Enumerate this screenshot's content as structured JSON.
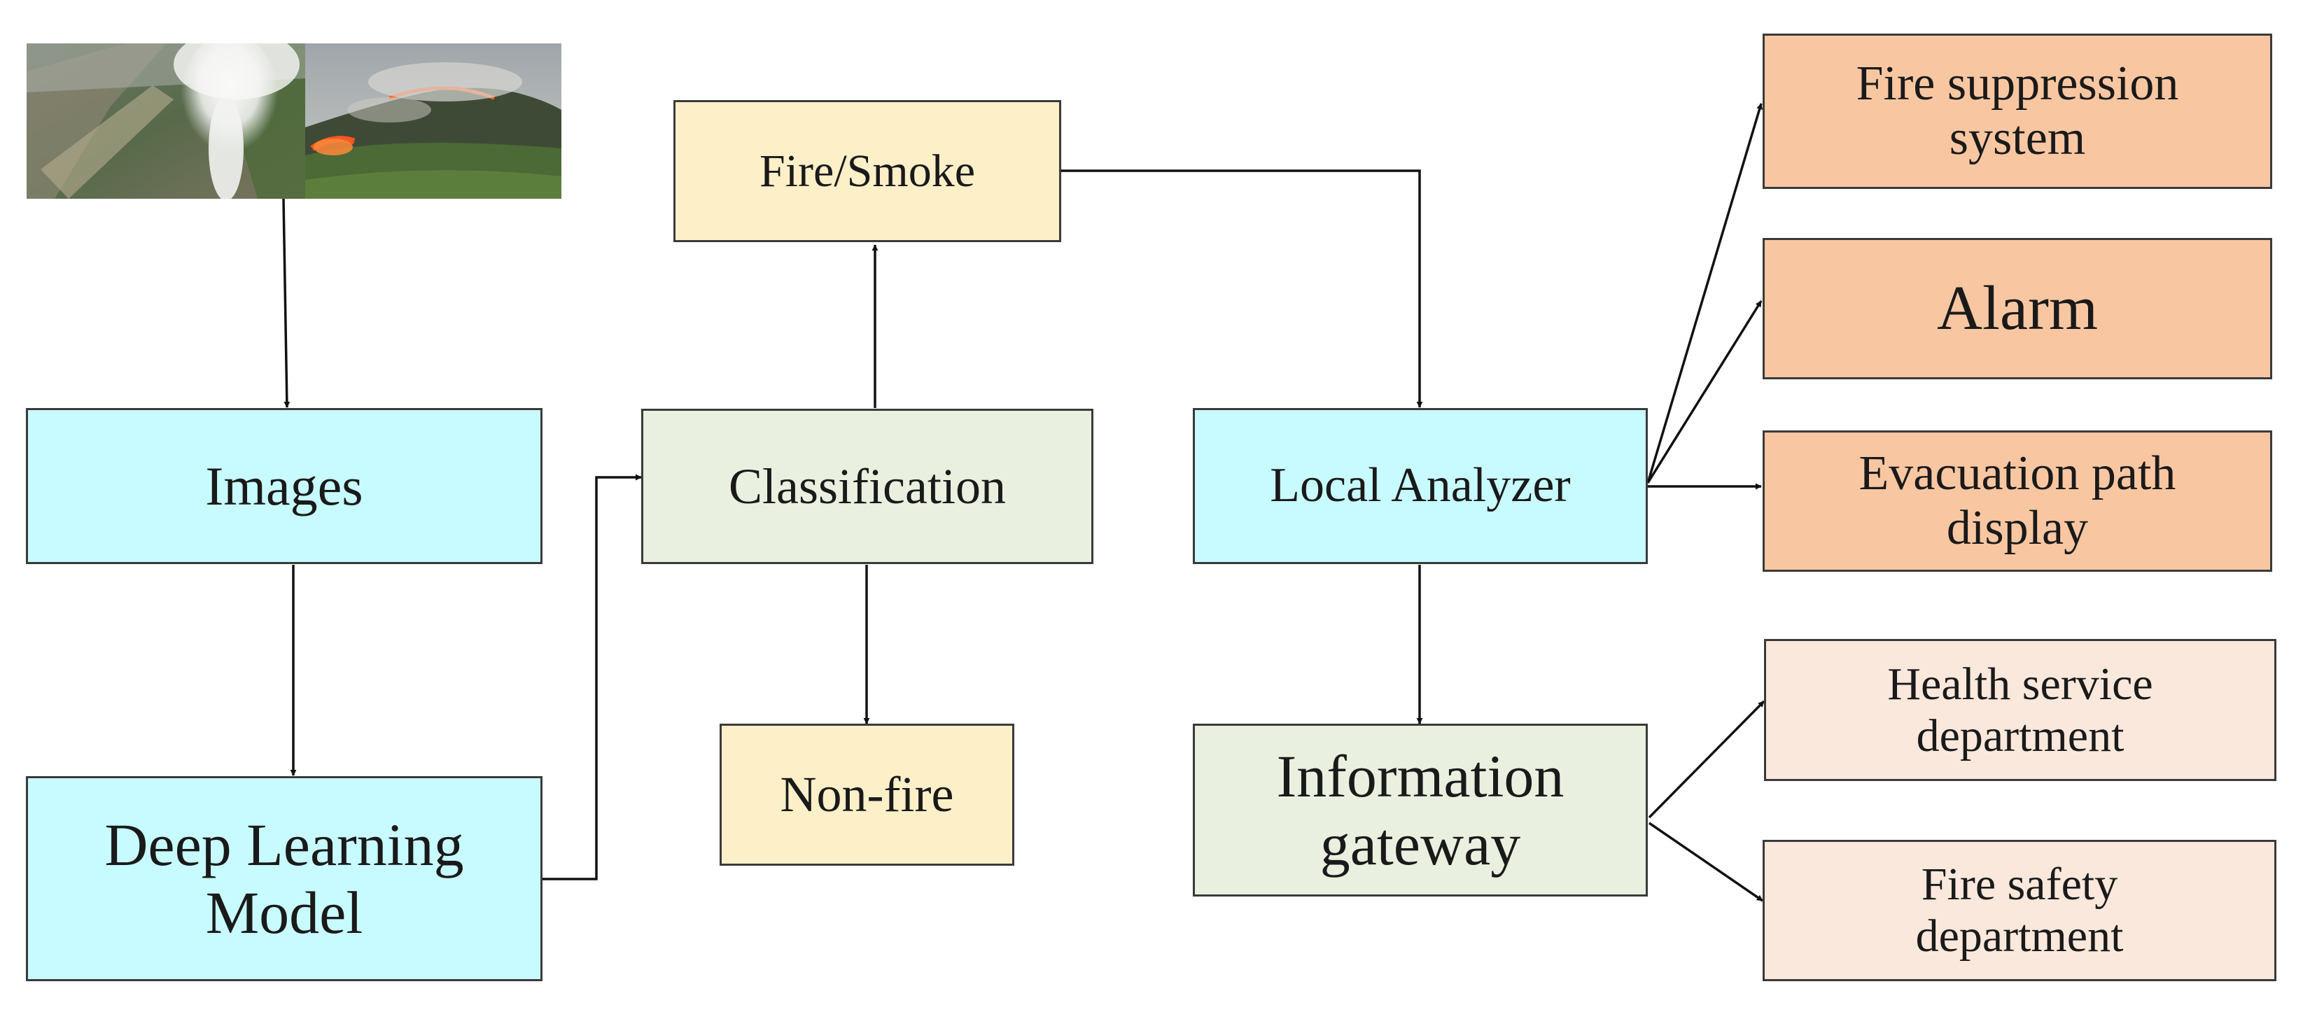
{
  "nodes": {
    "images": "Images",
    "model_line1": "Deep Learning",
    "model_line2": "Model",
    "classification": "Classification",
    "fire_smoke": "Fire/Smoke",
    "non_fire": "Non-fire",
    "local_analyzer": "Local Analyzer",
    "gateway_line1": "Information",
    "gateway_line2": "gateway",
    "suppression_line1": "Fire suppression",
    "suppression_line2": "system",
    "alarm": "Alarm",
    "evacuation_line1": "Evacuation path",
    "evacuation_line2": "display",
    "health_line1": "Health service",
    "health_line2": "department",
    "safety_line1": "Fire safety",
    "safety_line2": "department"
  },
  "colors": {
    "cyan": "#c8fbff",
    "sage": "#e9f0df",
    "cream": "#fdf0c9",
    "orange": "#f8c7a2",
    "peach": "#fbe8dc"
  },
  "photos": [
    "wildfire-smoke-plume-aerial-photo",
    "wildfire-burning-hillside-aerial-photo"
  ]
}
